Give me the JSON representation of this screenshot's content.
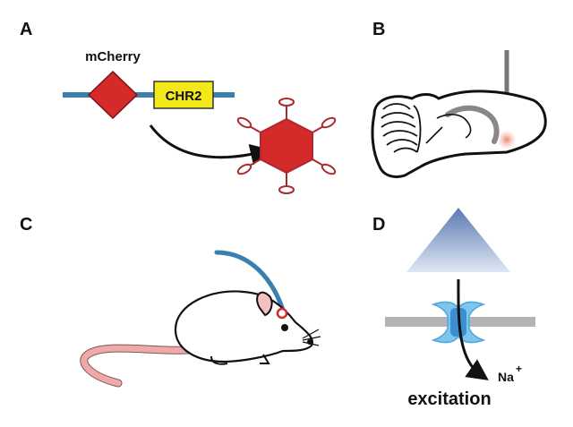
{
  "panels": {
    "a": {
      "letter": "A",
      "protein_label": "mCherry",
      "gene_label": "CHR2"
    },
    "b": {
      "letter": "B"
    },
    "c": {
      "letter": "C"
    },
    "d": {
      "letter": "D",
      "ion_label": "Na",
      "ion_charge": "+",
      "effect_label": "excitation"
    }
  },
  "colors": {
    "dna_line": "#3a7fb0",
    "mcherry": "#d42a2a",
    "chr2_box": "#f3e81a",
    "virus": "#d42a2a",
    "virus_outline": "#b0282f",
    "fiber": "#3a7fb0",
    "tail": "#f0a8a8",
    "membrane": "#b3b3b3",
    "channel": "#4aa8e0"
  }
}
